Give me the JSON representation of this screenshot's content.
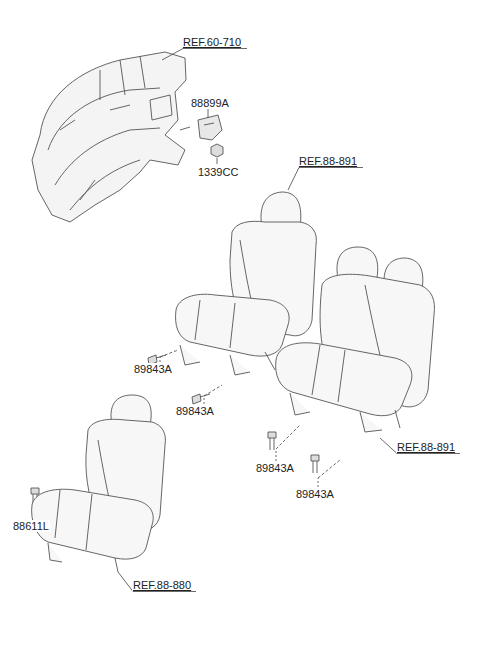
{
  "diagram": {
    "labels": [
      "REF.60-710",
      "88899A",
      "1339CC",
      "REF.88-891",
      "89843A",
      "89843A",
      "REF.88-891",
      "89843A",
      "89843A",
      "88611L",
      "REF.88-880"
    ]
  }
}
